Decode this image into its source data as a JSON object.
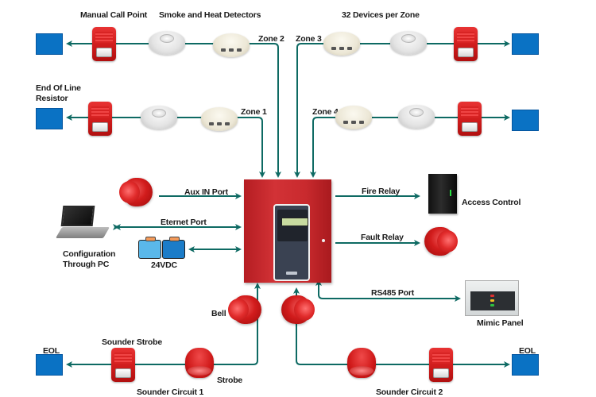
{
  "diagram": {
    "title": "Conventional Fire Alarm System Wiring",
    "colors": {
      "wire": "#0e6a63",
      "eol_block": "#0a72c4",
      "panel_red": "#c92a2e",
      "device_red": "#d21c1c",
      "background": "#ffffff"
    },
    "headers": {
      "manual_call_point": "Manual Call Point",
      "smoke_heat_detectors": "Smoke and Heat Detectors",
      "devices_per_zone": "32 Devices per Zone",
      "end_of_line_resistor": "End Of Line Resistor"
    },
    "zones": [
      {
        "label": "Zone 1"
      },
      {
        "label": "Zone 2"
      },
      {
        "label": "Zone 3"
      },
      {
        "label": "Zone 4"
      }
    ],
    "left_ports": {
      "aux_in": "Aux IN Port",
      "ethernet": "Eternet Port",
      "pc_config": "Configuration Through PC",
      "power": "24VDC"
    },
    "right_ports": {
      "fire_relay": "Fire Relay",
      "access_control": "Access Control",
      "fault_relay": "Fault Relay",
      "rs485": "RS485 Port",
      "mimic_panel": "Mimic Panel"
    },
    "sounders": {
      "bell": "Bell",
      "sounder_strobe": "Sounder Strobe",
      "strobe": "Strobe",
      "eol_left": "EOL",
      "eol_right": "EOL",
      "circuit_1": "Sounder Circuit 1",
      "circuit_2": "Sounder Circuit 2"
    },
    "icons": {
      "eol": "eol-resistor-icon",
      "mcp": "manual-call-point-icon",
      "heat": "heat-detector-icon",
      "smoke": "smoke-detector-icon",
      "horn": "horn-sounder-icon",
      "strobe": "strobe-icon",
      "panel": "fire-alarm-control-panel-icon",
      "server": "access-control-server-icon",
      "laptop": "laptop-icon",
      "battery": "battery-icon",
      "mimic": "mimic-panel-icon"
    }
  }
}
